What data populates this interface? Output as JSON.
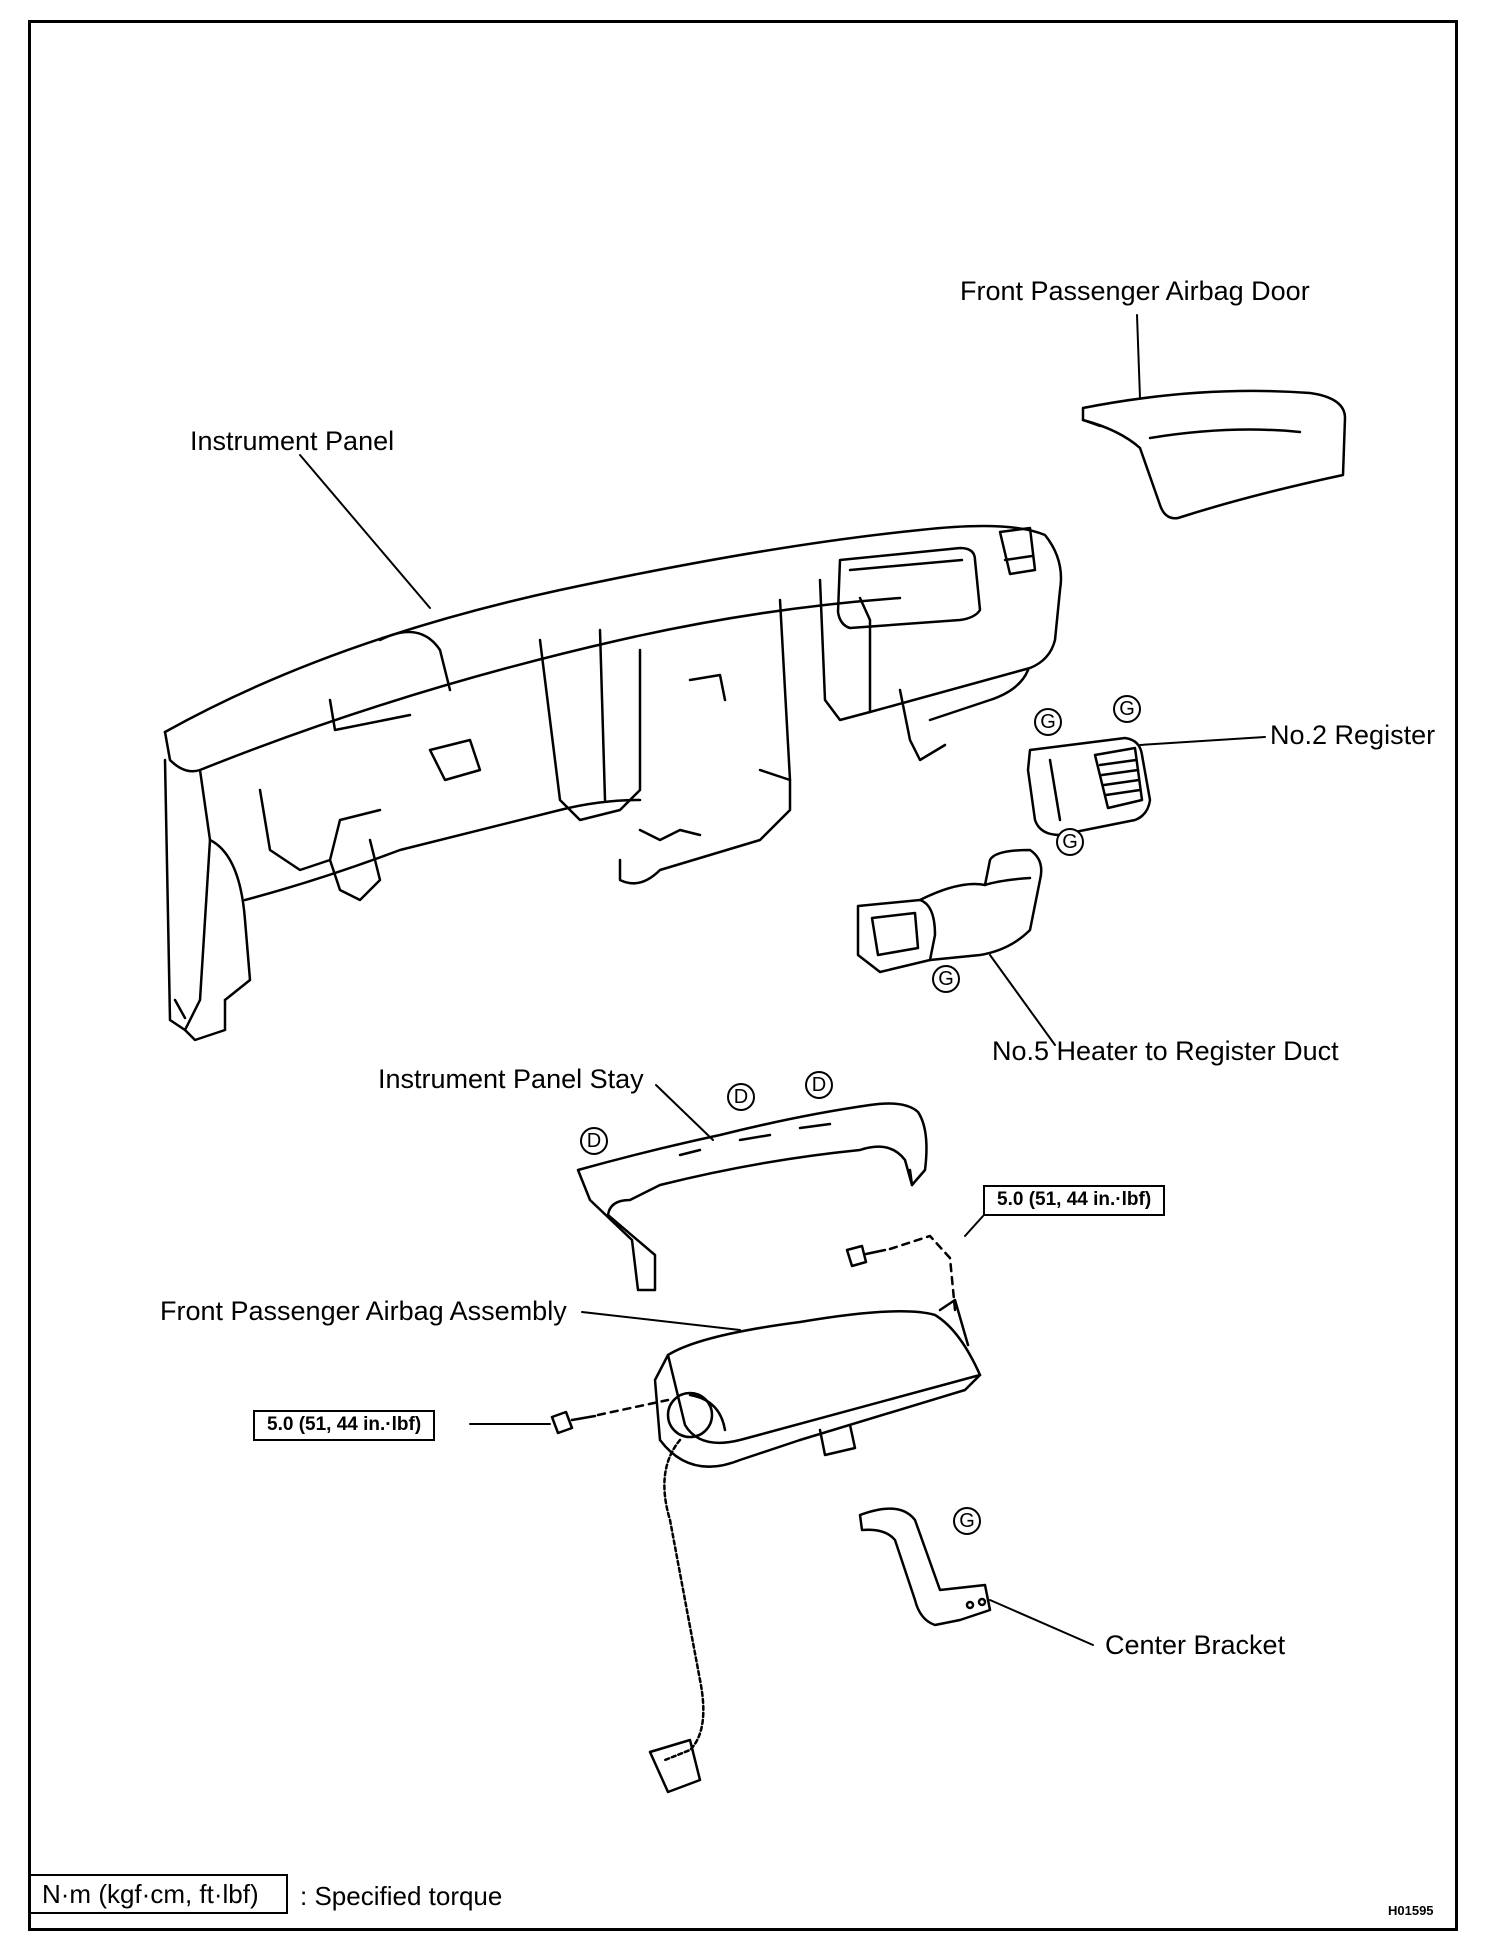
{
  "labels": {
    "airbag_door": "Front Passenger Airbag Door",
    "instrument_panel": "Instrument Panel",
    "no2_register": "No.2 Register",
    "no5_duct": "No.5 Heater to Register Duct",
    "panel_stay": "Instrument Panel Stay",
    "airbag_assembly": "Front Passenger Airbag Assembly",
    "center_bracket": "Center Bracket"
  },
  "torque": {
    "upper": "5.0 (51, 44 in.·lbf)",
    "lower": "5.0 (51, 44 in.·lbf)"
  },
  "clip_marks": {
    "g": "G",
    "d": "D"
  },
  "legend": {
    "box": "N·m (kgf·cm, ft·lbf)",
    "text": ": Specified torque"
  },
  "figure_id": "H01595"
}
